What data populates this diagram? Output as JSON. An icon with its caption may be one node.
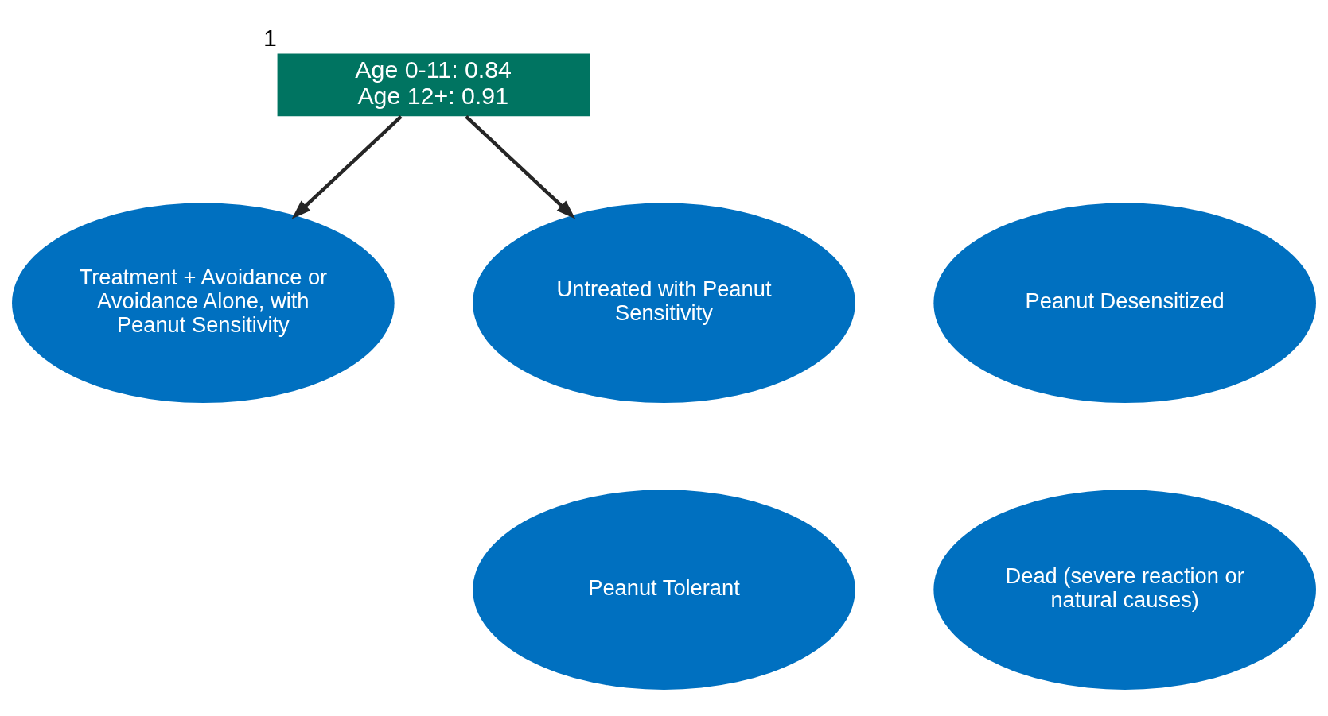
{
  "diagram": {
    "nodes": [
      {
        "text": [
          "Age 0-11: 0.84 Age 12+: 0.91"
        ],
        "beside": [
          "1"
        ]
      },
      {
        "text": [
          "Treatment + Avoidance or Avoidance Alone, with Peanut Sensitivity"
        ]
      },
      {
        "text": [
          "Untreated with Peanut Sensitivity"
        ]
      },
      {
        "text": [
          "Peanut Desensitized"
        ]
      },
      {
        "text": [
          "Peanut Tolerant"
        ]
      },
      {
        "text": [
          "Dead (severe reaction or natural causes)"
        ]
      }
    ],
    "edges": [
      {
        "from": 0,
        "to": 1,
        "arrow": "to"
      },
      {
        "from": 0,
        "to": 2,
        "arrow": "to"
      }
    ]
  }
}
